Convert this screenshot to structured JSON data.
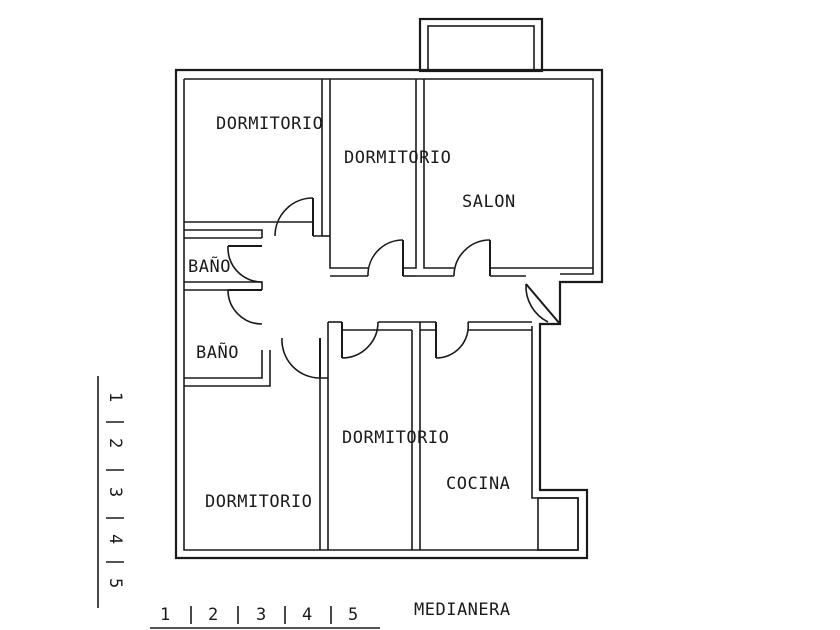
{
  "rooms": {
    "dormitorio_1": "DORMITORIO",
    "dormitorio_2": "DORMITORIO",
    "salon": "SALON",
    "bano_1": "BAÑO",
    "bano_2": "BAÑO",
    "dormitorio_3": "DORMITORIO",
    "cocina": "COCINA",
    "dormitorio_4": "DORMITORIO"
  },
  "boundary_label": "MEDIANERA",
  "scale_horizontal": [
    "1",
    "2",
    "3",
    "4",
    "5"
  ],
  "scale_vertical": [
    "1",
    "2",
    "3",
    "4",
    "5"
  ]
}
